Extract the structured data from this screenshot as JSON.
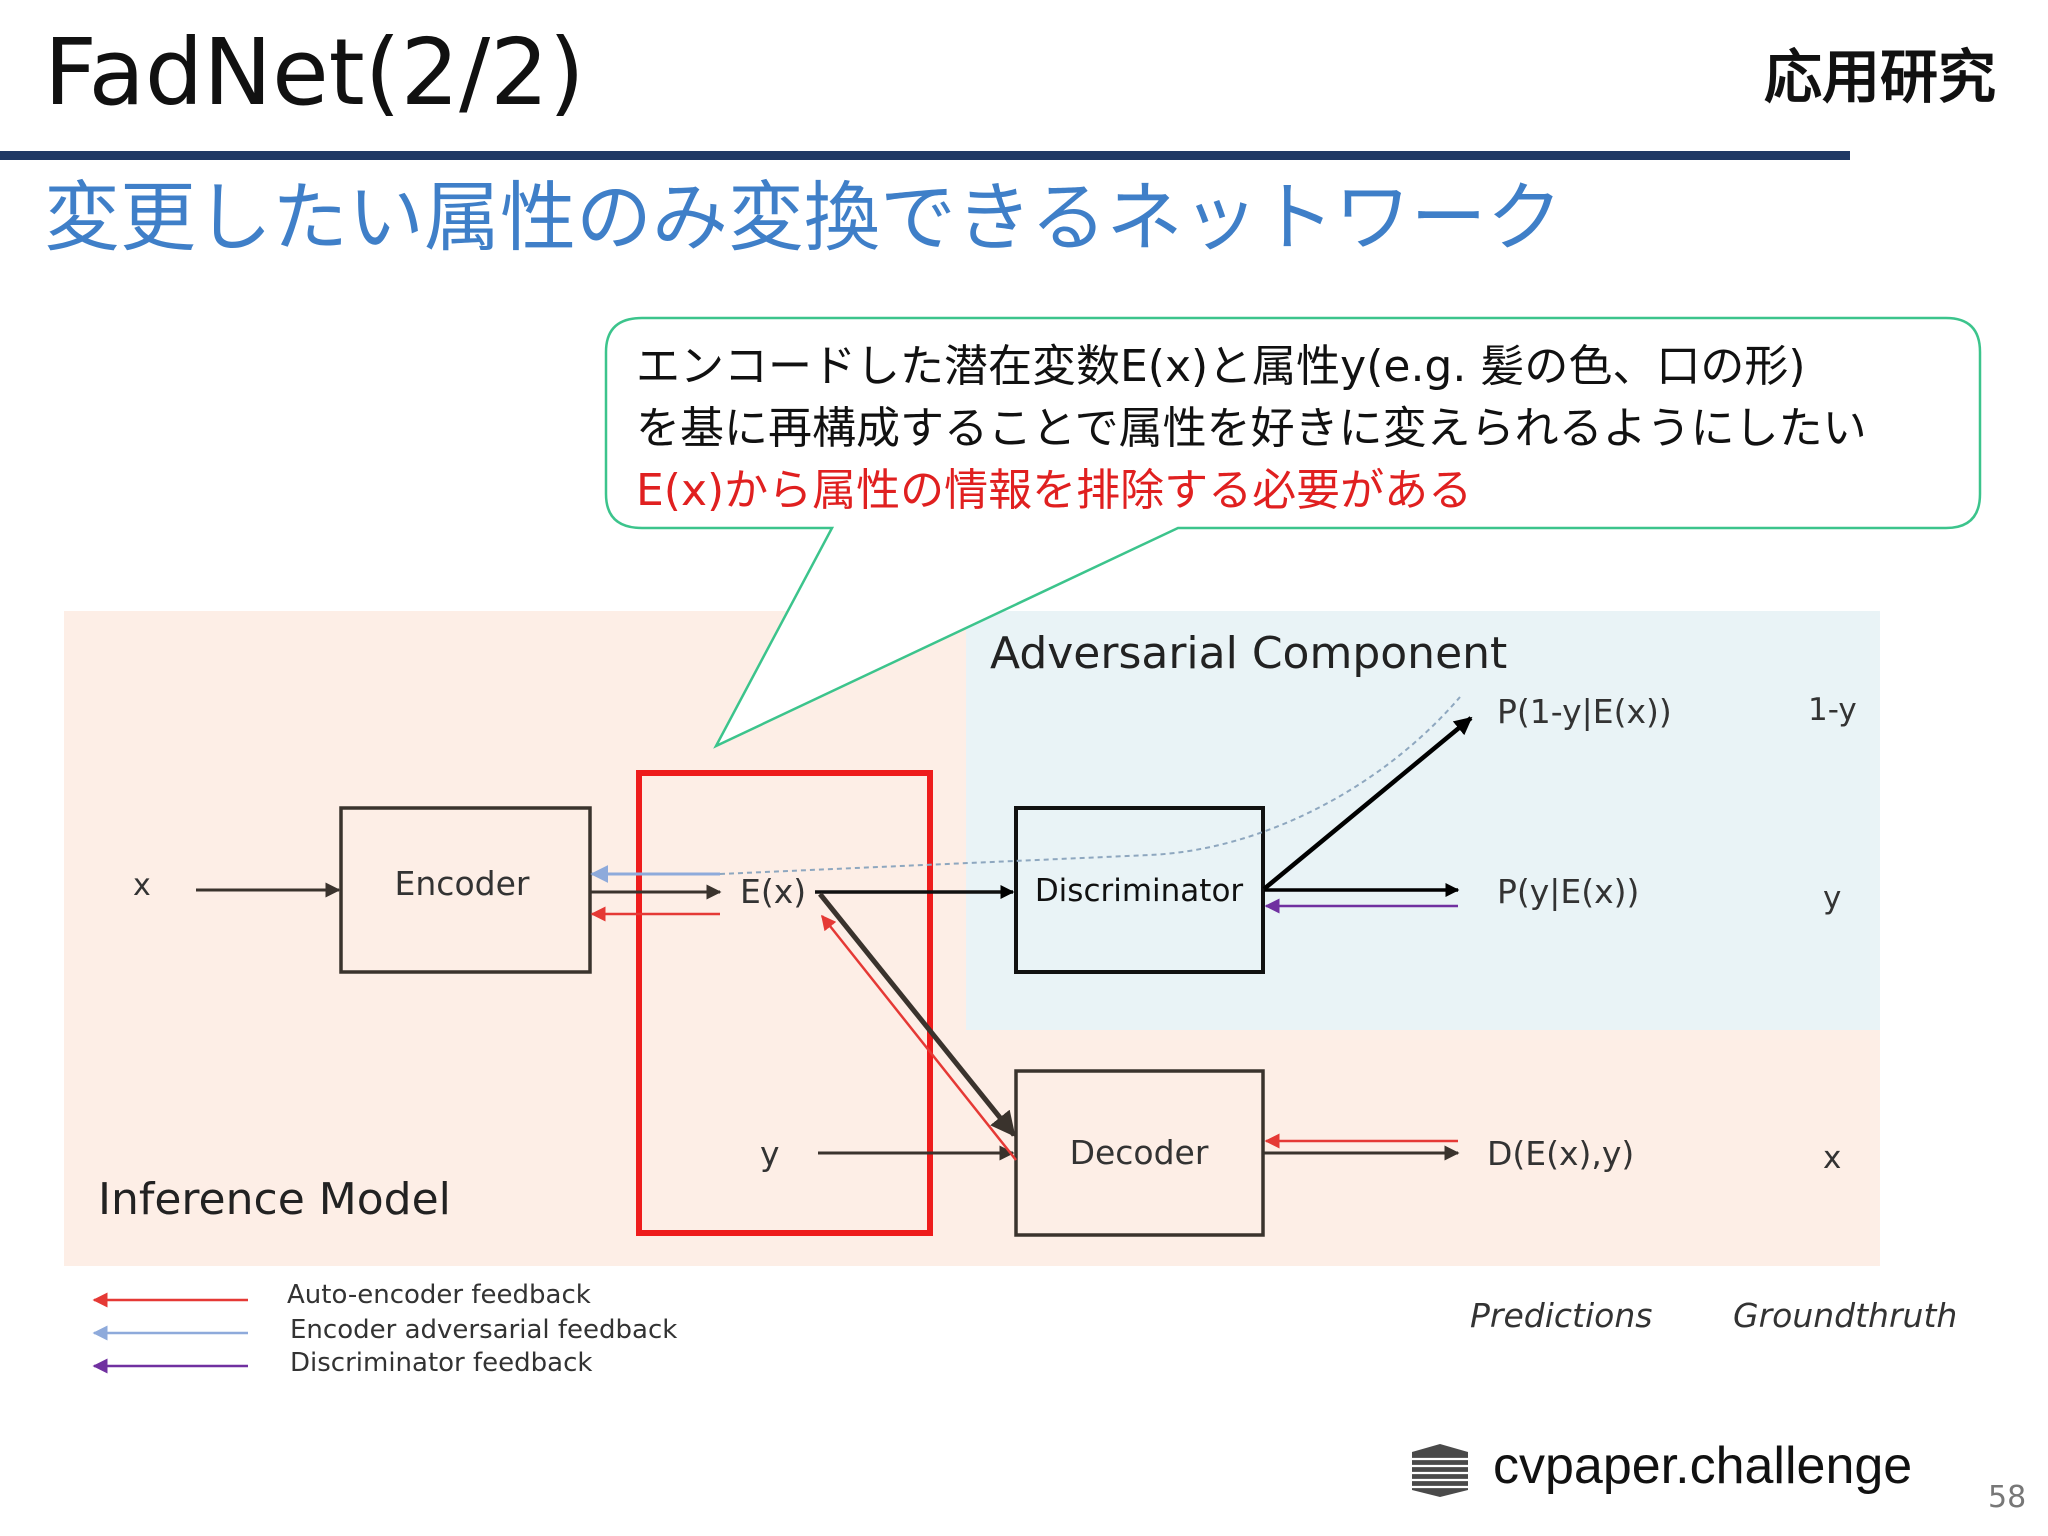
{
  "slide": {
    "title": "FadNet(2/2)",
    "category": "応用研究",
    "subtitle": "変更したい属性のみ変換できるネットワーク",
    "page_number": "58"
  },
  "callout": {
    "line1": "エンコードした潜在変数E(x)と属性y(e.g. 髪の色、口の形)",
    "line2": "を基に再構成することで属性を好きに変えられるようにしたい",
    "line3_red": "E(x)から属性の情報を排除する必要がある"
  },
  "diagram": {
    "adversarial_label": "Adversarial Component",
    "inference_label": "Inference Model",
    "input_x": "x",
    "encoder": "Encoder",
    "latent": "E(x)",
    "attr_y": "y",
    "discriminator": "Discriminator",
    "decoder": "Decoder",
    "pred_1": "P(1-y|E(x))",
    "pred_2": "P(y|E(x))",
    "pred_3": "D(E(x),y)",
    "gt_1": "1-y",
    "gt_2": "y",
    "gt_3": "x",
    "predictions_header": "Predictions",
    "groundtruth_header": "Groundthruth",
    "legend": [
      {
        "label": "Auto-encoder feedback",
        "color": "#e53935"
      },
      {
        "label": "Encoder adversarial feedback",
        "color": "#8eaadb"
      },
      {
        "label": "Discriminator feedback",
        "color": "#7030a0"
      }
    ]
  },
  "colors": {
    "inference_bg": "#fdeee6",
    "adversarial_bg": "#e9f3f6",
    "highlight_box": "#ee1c1c",
    "callout_border": "#3cc48c",
    "title_rule": "#1f3864",
    "subtitle": "#3f7fc8"
  },
  "logo": {
    "text": "cvpaper.challenge"
  }
}
